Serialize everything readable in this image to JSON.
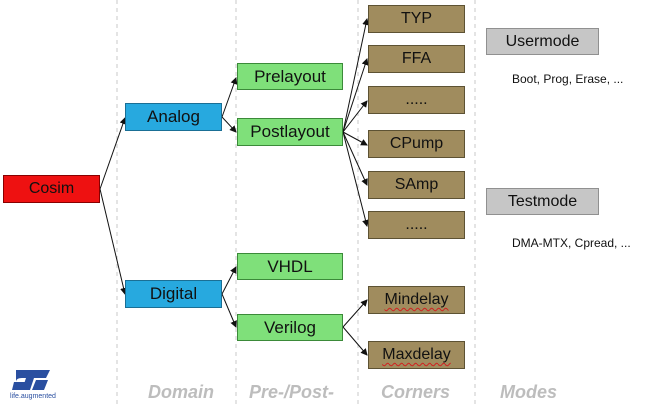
{
  "nodes": {
    "cosim": "Cosim",
    "analog": "Analog",
    "digital": "Digital",
    "prelayout": "Prelayout",
    "postlayout": "Postlayout",
    "vhdl": "VHDL",
    "verilog": "Verilog",
    "typ": "TYP",
    "ffa": "FFA",
    "dots1": ".....",
    "cpump": "CPump",
    "samp": "SAmp",
    "dots2": ".....",
    "mindelay": "Mindelay",
    "maxdelay": "Maxdelay",
    "usermode": "Usermode",
    "testmode": "Testmode"
  },
  "notes": {
    "usermode_detail": "Boot, Prog, Erase, ...",
    "testmode_detail": "DMA-MTX, Cpread, ..."
  },
  "columns": {
    "domain": "Domain",
    "prepost": "Pre-/Post-",
    "corners": "Corners",
    "modes": "Modes"
  },
  "logo": {
    "icon": "st-logo-icon",
    "tagline": "life.augmented"
  },
  "colors": {
    "root": "#ee1111",
    "domain": "#27a9df",
    "stage": "#7fe07a",
    "corner": "#a08c5e",
    "mode": "#c6c6c6"
  }
}
